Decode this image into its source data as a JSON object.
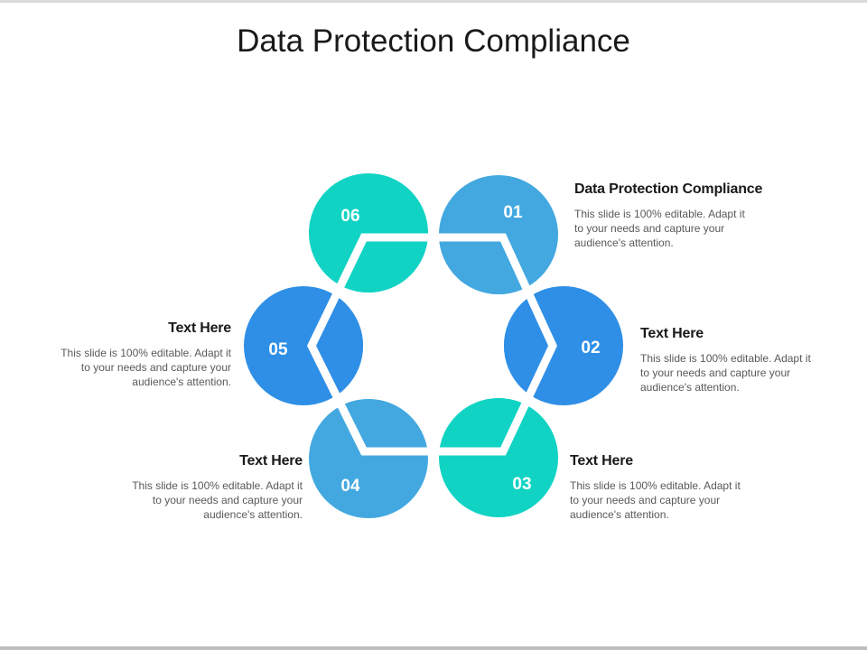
{
  "title": "Data Protection Compliance",
  "colors": {
    "teal": "#11d3c4",
    "light_blue": "#43a8e0",
    "mid_blue": "#2f8fe6",
    "dark_blue": "#268ce3"
  },
  "items": [
    {
      "number": "01",
      "heading": "Data Protection Compliance",
      "body": "This slide is 100% editable. Adapt it to your needs and capture your audience's attention."
    },
    {
      "number": "02",
      "heading": "Text Here",
      "body": "This slide is 100% editable. Adapt it to your needs and capture your audience's attention."
    },
    {
      "number": "03",
      "heading": "Text Here",
      "body": "This slide is 100% editable. Adapt it to your needs and capture your audience's attention."
    },
    {
      "number": "04",
      "heading": "Text Here",
      "body": "This slide is 100% editable. Adapt it to your needs and capture your audience's attention."
    },
    {
      "number": "05",
      "heading": "Text Here",
      "body": "This slide is 100% editable. Adapt it to your needs and capture your audience's attention."
    },
    {
      "number": "06"
    }
  ]
}
